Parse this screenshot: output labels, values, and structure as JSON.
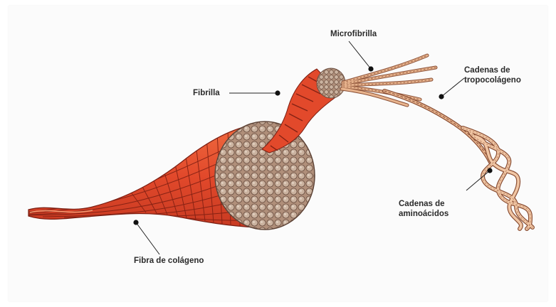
{
  "labels": {
    "microfibrilla": "Microfibrilla",
    "fibrilla": "Fibrilla",
    "tropocolageno_line1": "Cadenas de",
    "tropocolageno_line2": "tropocolágeno",
    "aminoacidos_line1": "Cadenas de",
    "aminoacidos_line2": "aminoácidos",
    "fibra": "Fibra de colágeno"
  },
  "colors": {
    "fiber_red": "#e2492b",
    "fiber_dark": "#7a1e12",
    "cross_section": "#b99b86",
    "strand": "#e8b48e",
    "label_text": "#2a2a2a",
    "leader_line": "#222222"
  }
}
